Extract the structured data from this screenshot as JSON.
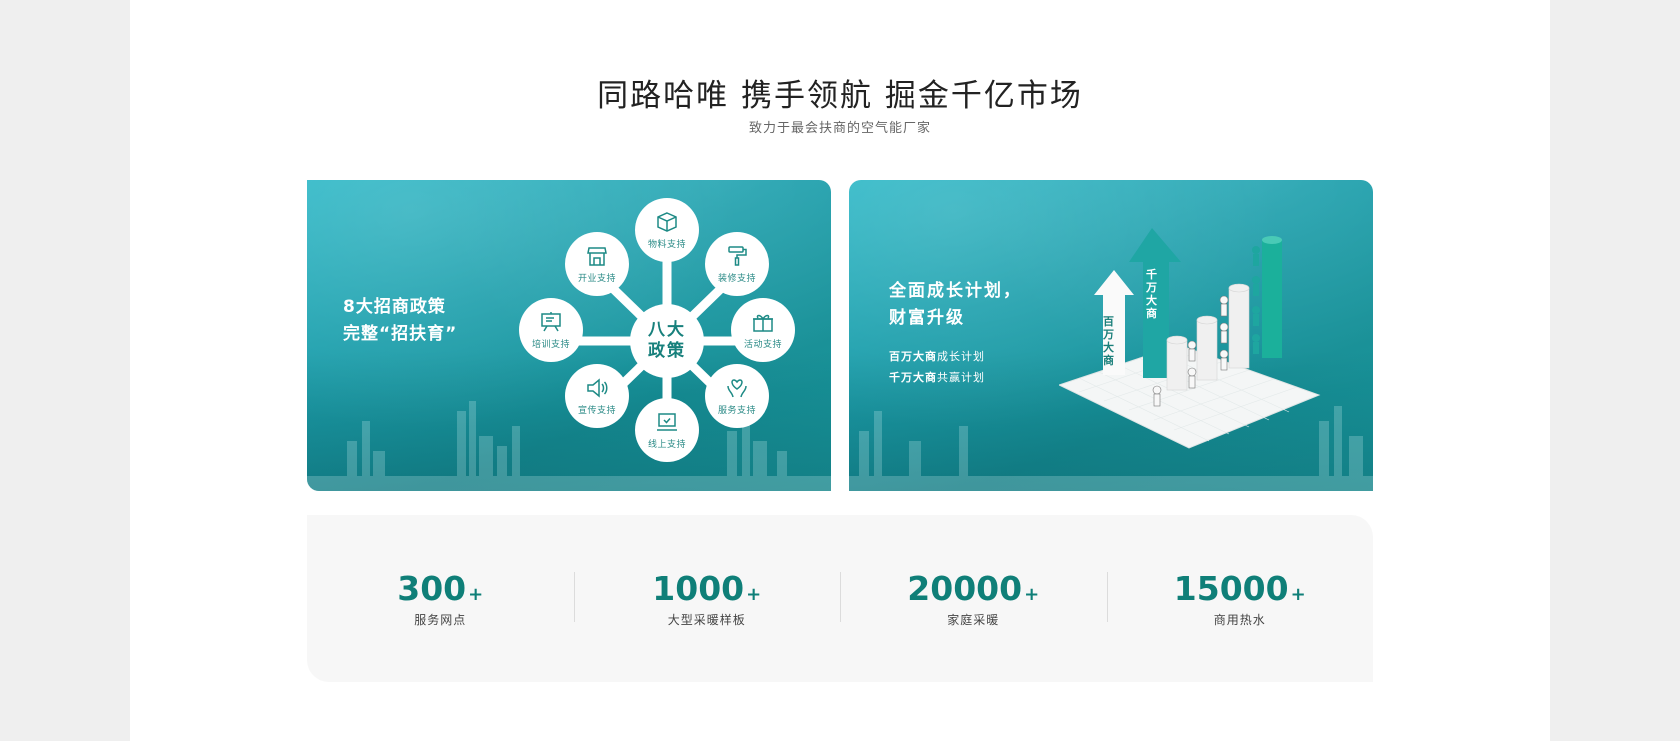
{
  "header": {
    "title": "同路哈唯 携手领航 掘金千亿市场",
    "subtitle": "致力于最会扶商的空气能厂家"
  },
  "policy_card": {
    "heading_line1": "8大招商政策",
    "heading_line2": "完整“招扶育”",
    "hub_line1": "八大",
    "hub_line2": "政策",
    "nodes": [
      {
        "label": "物料支持",
        "icon": "box-icon"
      },
      {
        "label": "装修支持",
        "icon": "paint-roller-icon"
      },
      {
        "label": "活动支持",
        "icon": "gift-icon"
      },
      {
        "label": "服务支持",
        "icon": "heart-hands-icon"
      },
      {
        "label": "线上支持",
        "icon": "laptop-check-icon"
      },
      {
        "label": "宣传支持",
        "icon": "speaker-icon"
      },
      {
        "label": "培训支持",
        "icon": "presentation-board-icon"
      },
      {
        "label": "开业支持",
        "icon": "storefront-icon"
      }
    ]
  },
  "growth_card": {
    "heading_line1": "全面成长计划，",
    "heading_line2": "财富升级",
    "plan1_bold": "百万大商",
    "plan1_rest": "成长计划",
    "plan2_bold": "千万大商",
    "plan2_rest": "共赢计划",
    "arrow_small_label": "百万大商",
    "arrow_big_label": "千万大商"
  },
  "stats": [
    {
      "value": "300",
      "suffix": "+",
      "label": "服务网点"
    },
    {
      "value": "1000",
      "suffix": "+",
      "label": "大型采暖样板"
    },
    {
      "value": "20000",
      "suffix": "+",
      "label": "家庭采暖"
    },
    {
      "value": "15000",
      "suffix": "+",
      "label": "商用热水"
    }
  ],
  "colors": {
    "brand_teal": "#0f7f78",
    "card_teal": "#1ea0ad",
    "page_bg": "#efefef",
    "stats_bg": "#f7f7f7"
  }
}
